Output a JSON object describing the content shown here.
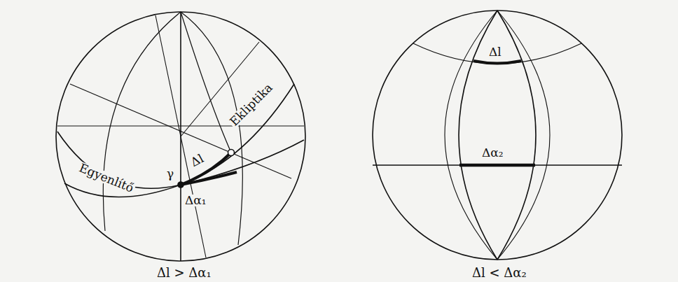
{
  "diagram": {
    "labels": [
      "Egyenlítő",
      "γ",
      "Δl",
      "Ekliptika",
      "Δα₁",
      "Δl > Δα₁",
      "Δl",
      "Δα₂",
      "Δl < Δα₂"
    ]
  }
}
